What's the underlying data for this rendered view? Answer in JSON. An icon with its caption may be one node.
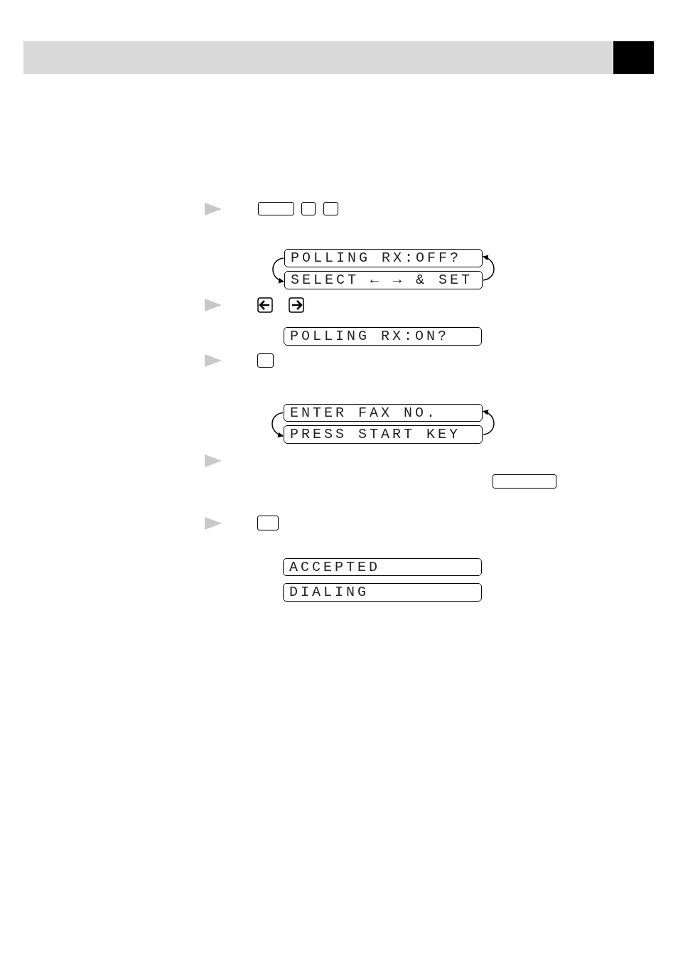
{
  "diagram": {
    "nodes": [
      {
        "text": [
          "POLLING RX:OFF?"
        ]
      },
      {
        "text": [
          "SELECT ← → & SET"
        ]
      },
      {
        "text": [
          "POLLING RX:ON?"
        ]
      },
      {
        "text": [
          "ENTER FAX NO."
        ]
      },
      {
        "text": [
          "PRESS START KEY"
        ]
      },
      {
        "text": [
          "ACCEPTED"
        ]
      },
      {
        "text": [
          "DIALING"
        ]
      }
    ],
    "edges": [
      {
        "from": 0,
        "to": 1,
        "arrow": "to"
      },
      {
        "from": 1,
        "to": 0,
        "arrow": "to"
      },
      {
        "from": 3,
        "to": 4,
        "arrow": "to"
      },
      {
        "from": 4,
        "to": 3,
        "arrow": "to"
      }
    ]
  }
}
